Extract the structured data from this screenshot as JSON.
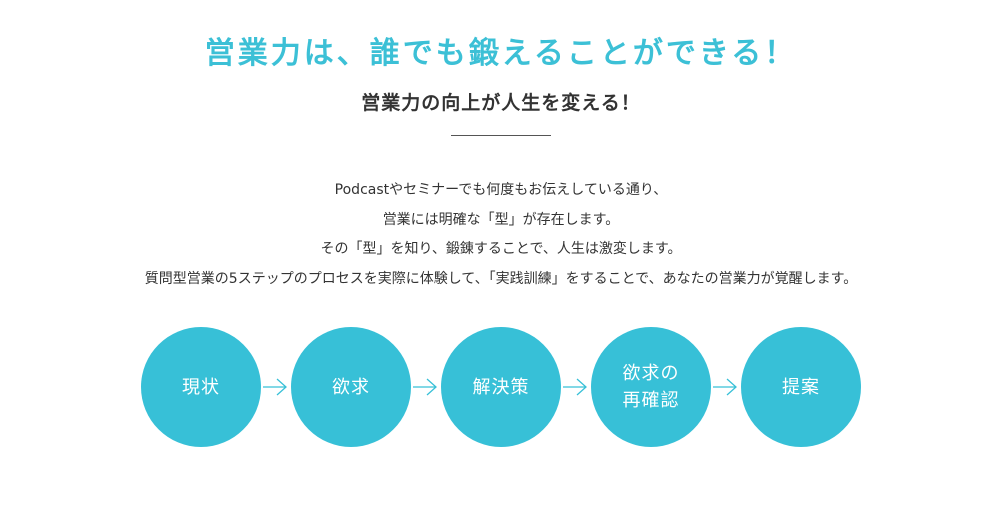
{
  "headline": "営業力は、誰でも鍛えることができる！",
  "subheadline": "営業力の向上が人生を変える！",
  "body_lines": [
    "Podcastやセミナーでも何度もお伝えしている通り、",
    "営業には明確な「型」が存在します。",
    "その「型」を知り、鍛錬することで、人生は激変します。",
    "質問型営業の5ステップのプロセスを実際に体験して、「実践訓練」をすることで、あなたの営業力が覚醒します。"
  ],
  "steps": [
    {
      "label": "現状"
    },
    {
      "label": "欲求"
    },
    {
      "label": "解決策"
    },
    {
      "label": "欲求の\n再確認"
    },
    {
      "label": "提案"
    }
  ],
  "colors": {
    "accent": "#37c0d7",
    "text": "#333333",
    "arrow": "#37c0d7"
  },
  "icons": {
    "arrow": "chevron-right-arrow-icon"
  }
}
